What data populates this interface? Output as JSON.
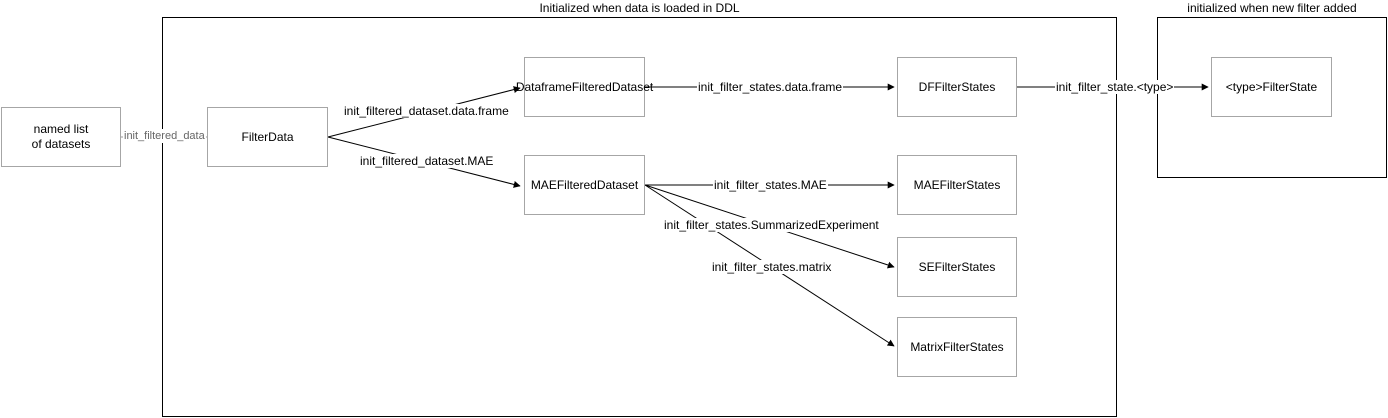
{
  "groups": {
    "ddl_title": "Initialized when data is loaded in DDL",
    "filter_title": "initialized when new filter added"
  },
  "nodes": {
    "named_list": "named list\nof datasets",
    "filter_data": "FilterData",
    "dataframe_fd": "DataframeFilteredDataset",
    "mae_fd": "MAEFilteredDataset",
    "df_filter_states": "DFFilterStates",
    "mae_filter_states": "MAEFilterStates",
    "se_filter_states": "SEFilterStates",
    "matrix_filter_states": "MatrixFilterStates",
    "type_filter_state": "<type>FilterState"
  },
  "edges": {
    "init_filtered_data": "init_filtered_data",
    "init_filtered_dataset_df": "init_filtered_dataset.data.frame",
    "init_filtered_dataset_mae": "init_filtered_dataset.MAE",
    "init_filter_states_df": "init_filter_states.data.frame",
    "init_filter_states_mae": "init_filter_states.MAE",
    "init_filter_states_se": "init_filter_states.SummarizedExperiment",
    "init_filter_states_matrix": "init_filter_states.matrix",
    "init_filter_state_type": "init_filter_state.<type>"
  }
}
